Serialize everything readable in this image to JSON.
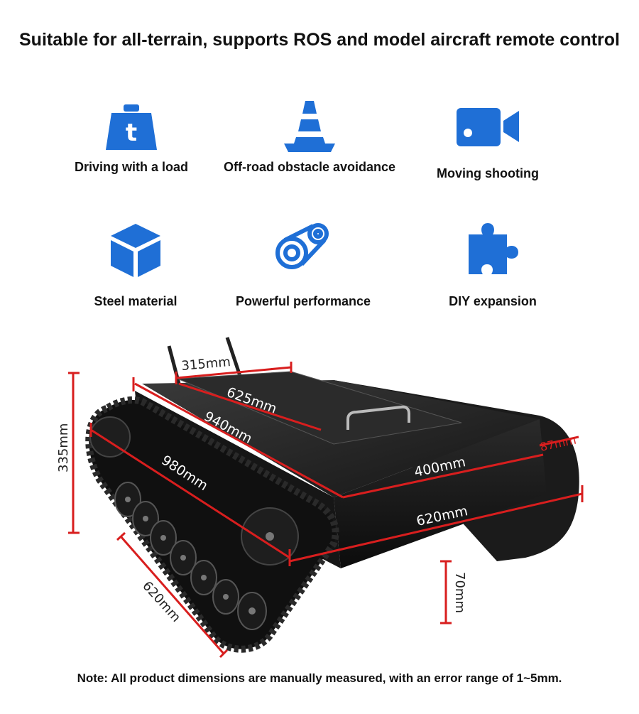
{
  "heading": "Suitable for all-terrain, supports ROS and model aircraft remote control",
  "features": [
    {
      "icon": "weight-icon",
      "label": "Driving with a load"
    },
    {
      "icon": "traffic-cone-icon",
      "label": "Off-road obstacle avoidance"
    },
    {
      "icon": "video-camera-icon",
      "label": "Moving shooting"
    },
    {
      "icon": "cube-icon",
      "label": "Steel material"
    },
    {
      "icon": "belt-pulley-icon",
      "label": "Powerful performance"
    },
    {
      "icon": "puzzle-piece-icon",
      "label": "DIY expansion"
    }
  ],
  "colors": {
    "icon_blue": "#1f6fd6",
    "dimension_red": "#d81e1e"
  },
  "dimensions": {
    "d315": "315mm",
    "d625": "625mm",
    "d940": "940mm",
    "d980": "980mm",
    "d400": "400mm",
    "d620_front": "620mm",
    "d87": "87mm",
    "d335": "335mm",
    "d620_side": "620mm",
    "d70": "70mm"
  },
  "note": "Note: All product dimensions are manually measured, with an error range of 1~5mm."
}
